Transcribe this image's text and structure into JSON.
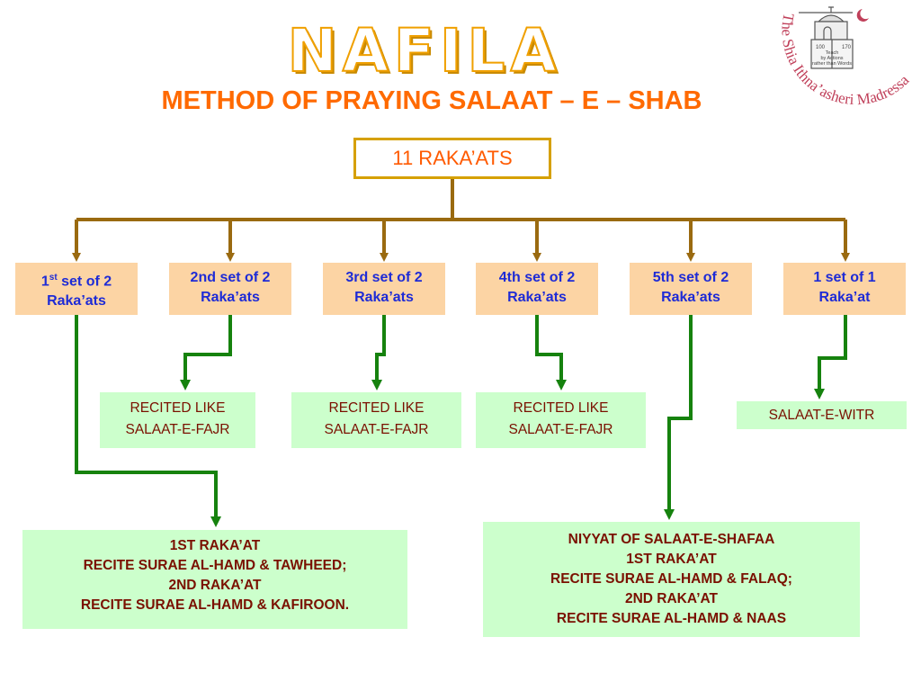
{
  "title": "NAFILA",
  "subtitle": "METHOD OF PRAYING SALAAT – E – SHAB",
  "root": "11 RAKA’ATS",
  "sets": [
    {
      "line1_num": "1",
      "line1_sup": "st",
      "line1_rest": " set of 2",
      "line2": "Raka’ats"
    },
    {
      "line1": "2nd set of 2",
      "line2": "Raka’ats"
    },
    {
      "line1": "3rd set of 2",
      "line2": "Raka’ats"
    },
    {
      "line1": "4th set of 2",
      "line2": "Raka’ats"
    },
    {
      "line1": "5th set of 2",
      "line2": "Raka’ats"
    },
    {
      "line1": "1 set of 1",
      "line2": "Raka’at"
    }
  ],
  "recited": [
    {
      "line1": "RECITED LIKE",
      "line2": "SALAAT-E-FAJR"
    },
    {
      "line1": "RECITED LIKE",
      "line2": "SALAAT-E-FAJR"
    },
    {
      "line1": "RECITED LIKE",
      "line2": "SALAAT-E-FAJR"
    }
  ],
  "witr": "SALAAT-E-WITR",
  "detail_left": [
    "1ST RAKA’AT",
    "RECITE SURAE AL-HAMD & TAWHEED;",
    "2ND RAKA’AT",
    "RECITE SURAE AL-HAMD & KAFIROON."
  ],
  "detail_right": [
    "NIYYAT OF SALAAT-E-SHAFAA",
    "1ST RAKA’AT",
    "RECITE SURAE AL-HAMD & FALAQ;",
    "2ND RAKA’AT",
    "RECITE SURAE AL-HAMD & NAAS"
  ],
  "logo": {
    "arc_text": "The Shia Ithna’asheri Madressa",
    "book_text": [
      "Teach",
      "by Actions",
      "rather than Words"
    ],
    "numbers": [
      "100",
      "170"
    ]
  },
  "colors": {
    "brown_connector": "#9a6a10",
    "green_connector": "#16820e",
    "set_fill": "#fcd4a4",
    "green_fill": "#ccffcc",
    "title_orange": "#ff6a00",
    "set_text_blue": "#1e2bd6"
  }
}
